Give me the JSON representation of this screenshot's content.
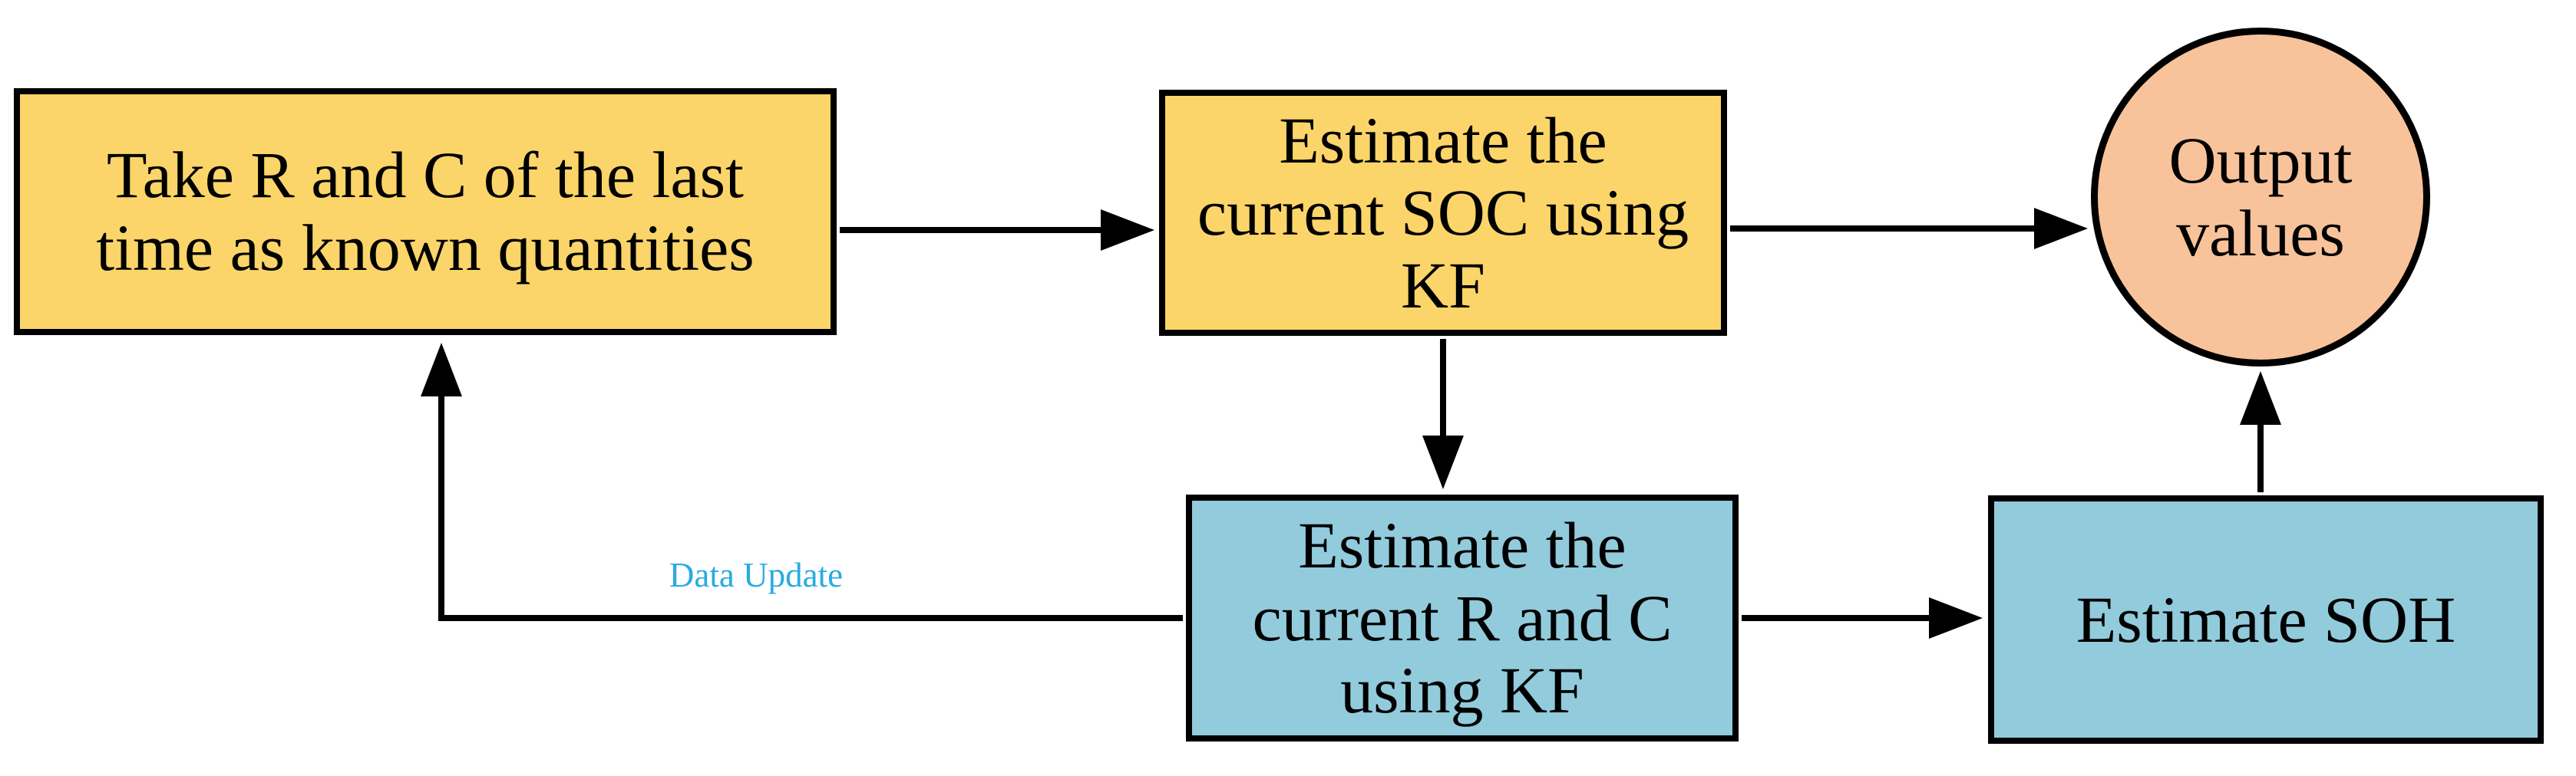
{
  "figure": {
    "type": "flowchart",
    "background": "#ffffff"
  },
  "colors": {
    "process_fill_yellow": "#FBD569",
    "process_fill_blue": "#92CBDC",
    "output_fill_peach": "#F8C39A",
    "stroke": "#000000",
    "edge_label_cyan": "#29ABE2"
  },
  "nodes": [
    {
      "id": "take-rc-last-time",
      "shape": "rect",
      "fill": "#FBD569",
      "lines": [
        "Take R and C of the last",
        "time as known quantities"
      ],
      "label": "Take R and C of the last time as known quantities"
    },
    {
      "id": "estimate-soc-kf",
      "shape": "rect",
      "fill": "#FBD569",
      "lines": [
        "Estimate the",
        "current SOC using",
        "KF"
      ],
      "label": "Estimate the current SOC using KF"
    },
    {
      "id": "estimate-rc-kf",
      "shape": "rect",
      "fill": "#92CBDC",
      "lines": [
        "Estimate the",
        "current R and C",
        "using KF"
      ],
      "label": "Estimate the current R and C using KF"
    },
    {
      "id": "estimate-soh",
      "shape": "rect",
      "fill": "#92CBDC",
      "lines": [
        "Estimate SOH"
      ],
      "label": "Estimate SOH"
    },
    {
      "id": "output-values",
      "shape": "ellipse",
      "fill": "#F8C39A",
      "lines": [
        "Output",
        "values"
      ],
      "label": "Output values"
    }
  ],
  "edges": [
    {
      "from": "take-rc-last-time",
      "to": "estimate-soc-kf",
      "label": ""
    },
    {
      "from": "estimate-soc-kf",
      "to": "output-values",
      "label": ""
    },
    {
      "from": "estimate-soc-kf",
      "to": "estimate-rc-kf",
      "label": ""
    },
    {
      "from": "estimate-rc-kf",
      "to": "estimate-soh",
      "label": ""
    },
    {
      "from": "estimate-soh",
      "to": "output-values",
      "label": ""
    },
    {
      "from": "estimate-rc-kf",
      "to": "take-rc-last-time",
      "label": "Data Update"
    }
  ]
}
